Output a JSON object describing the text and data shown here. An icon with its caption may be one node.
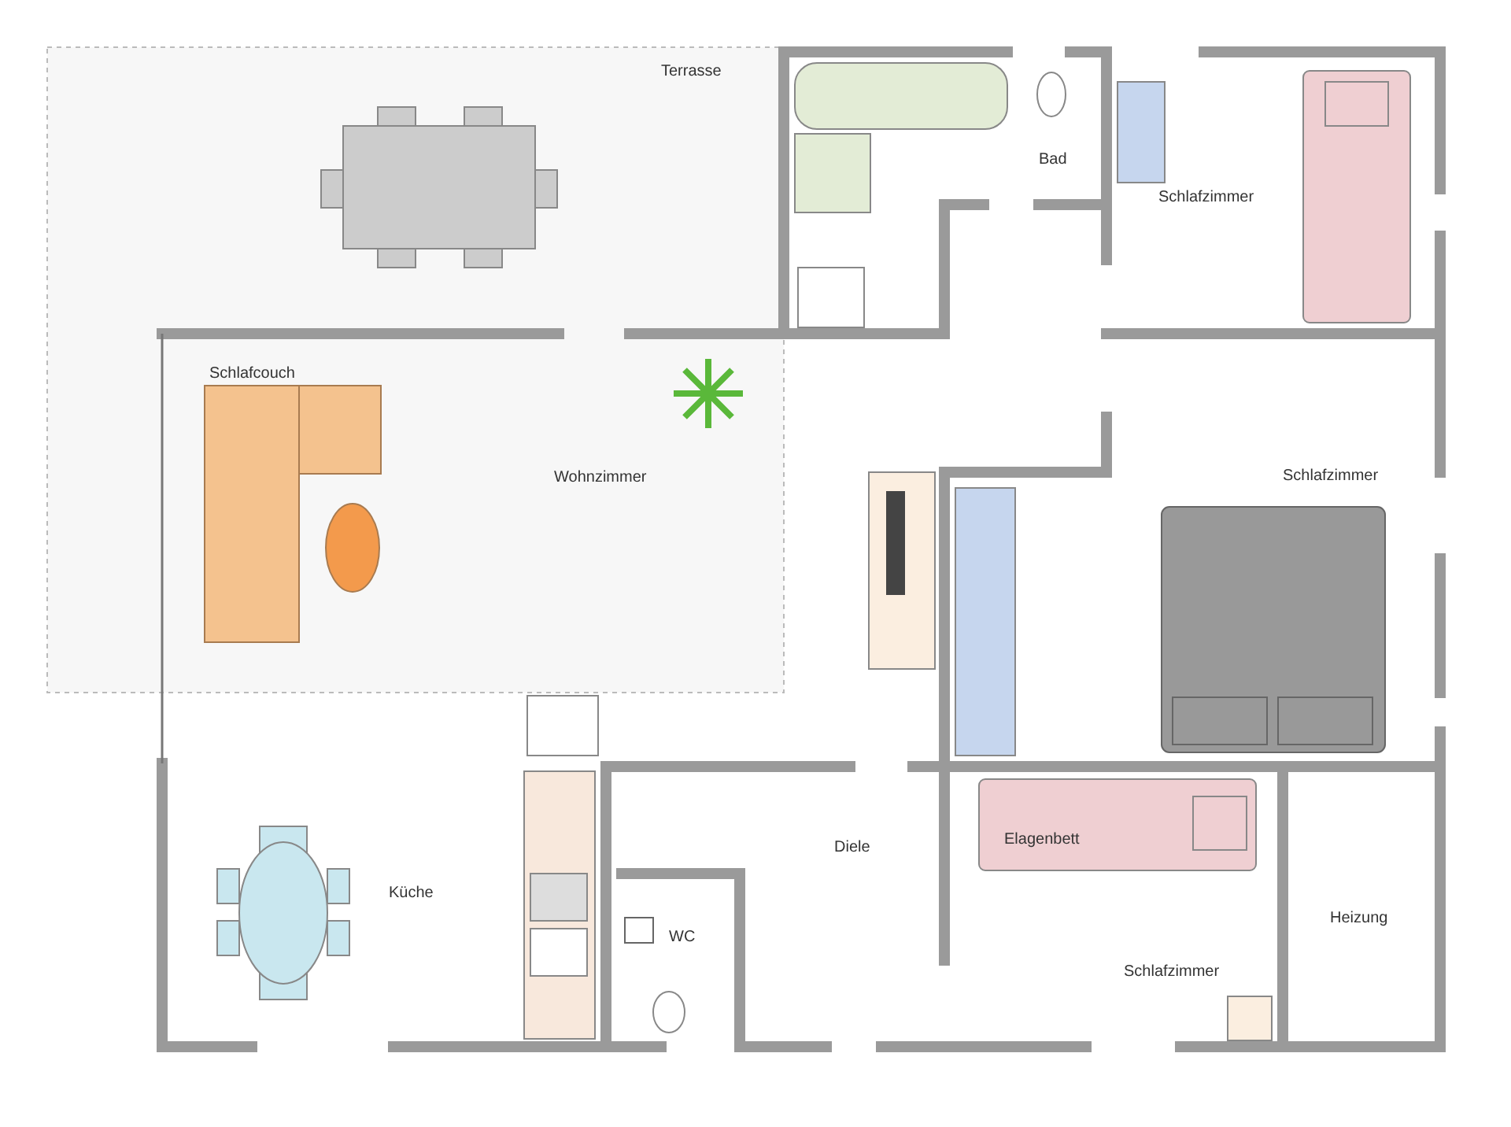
{
  "diagram": {
    "labels": [
      "Terrasse",
      "Bad",
      "Schlafzimmer",
      "Schlafcouch",
      "Wohnzimmer",
      "Schlafzimmer",
      "Elagenbett",
      "Diele",
      "Küche",
      "WC",
      "Heizung",
      "Schlafzimmer"
    ]
  }
}
